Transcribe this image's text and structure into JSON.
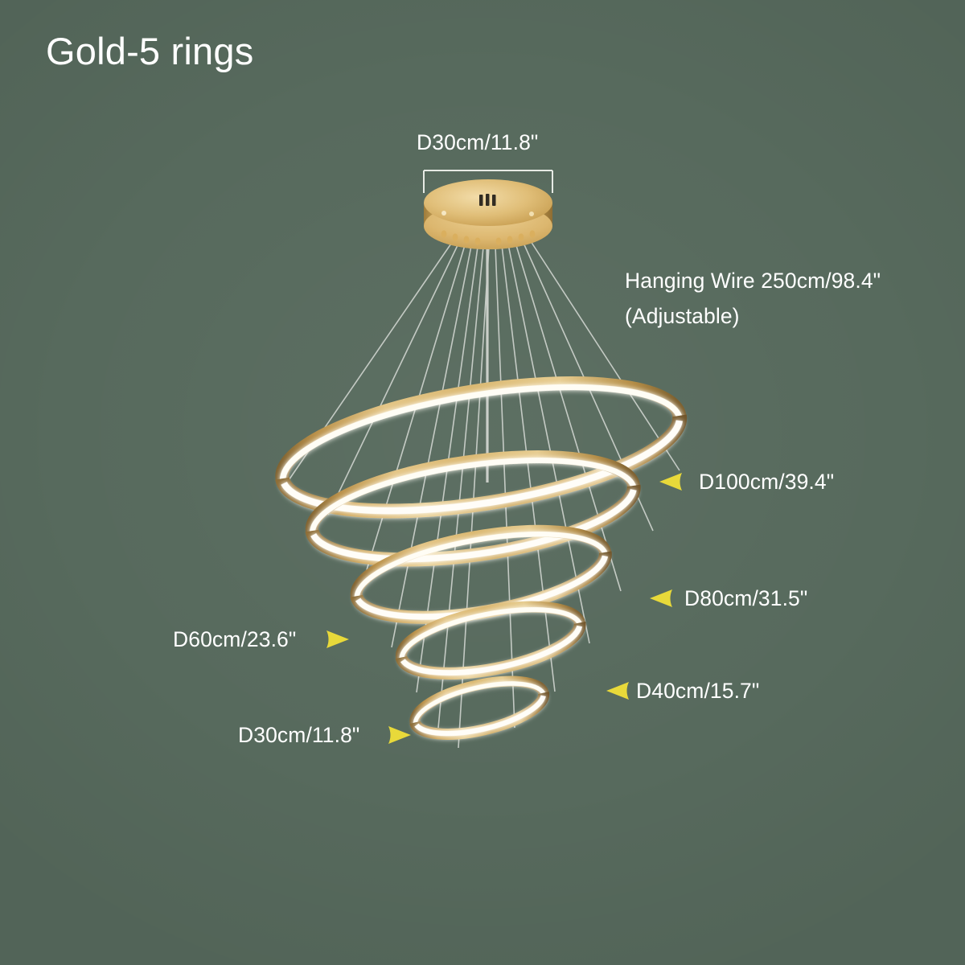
{
  "page": {
    "title": "Gold-5 rings",
    "background_color": "#576a5d",
    "text_color": "#ffffff",
    "arrow_color": "#e8d93a",
    "gold_light": "#e8c478",
    "gold_mid": "#c9a154",
    "gold_dark": "#8a6a33",
    "led_color": "#fffdf5",
    "wire_color": "#cdd2cc"
  },
  "product": {
    "name": "Gold-5 rings",
    "finish": "Gold",
    "ring_count": 5
  },
  "dimensions": {
    "canopy": {
      "label": "D30cm/11.8\"",
      "diameter_cm": 30,
      "diameter_in": 11.8,
      "part": "ceiling-canopy"
    },
    "hanging_wire": {
      "line1": "Hanging Wire 250cm/98.4\"",
      "line2": "(Adjustable)",
      "length_cm": 250,
      "length_in": 98.4,
      "adjustable": true
    },
    "rings": [
      {
        "id": "ring-d100",
        "label": "D100cm/39.4\"",
        "diameter_cm": 100,
        "diameter_in": 39.4,
        "arrow": "left",
        "arrow_name": "pointer-arrow-left-icon"
      },
      {
        "id": "ring-d80",
        "label": "D80cm/31.5\"",
        "diameter_cm": 80,
        "diameter_in": 31.5,
        "arrow": "left",
        "arrow_name": "pointer-arrow-left-icon"
      },
      {
        "id": "ring-d60",
        "label": "D60cm/23.6\"",
        "diameter_cm": 60,
        "diameter_in": 23.6,
        "arrow": "right",
        "arrow_name": "pointer-arrow-right-icon"
      },
      {
        "id": "ring-d40",
        "label": "D40cm/15.7\"",
        "diameter_cm": 40,
        "diameter_in": 15.7,
        "arrow": "left",
        "arrow_name": "pointer-arrow-left-icon"
      },
      {
        "id": "ring-d30",
        "label": "D30cm/11.8\"",
        "diameter_cm": 30,
        "diameter_in": 11.8,
        "arrow": "right",
        "arrow_name": "pointer-arrow-right-icon"
      }
    ]
  }
}
